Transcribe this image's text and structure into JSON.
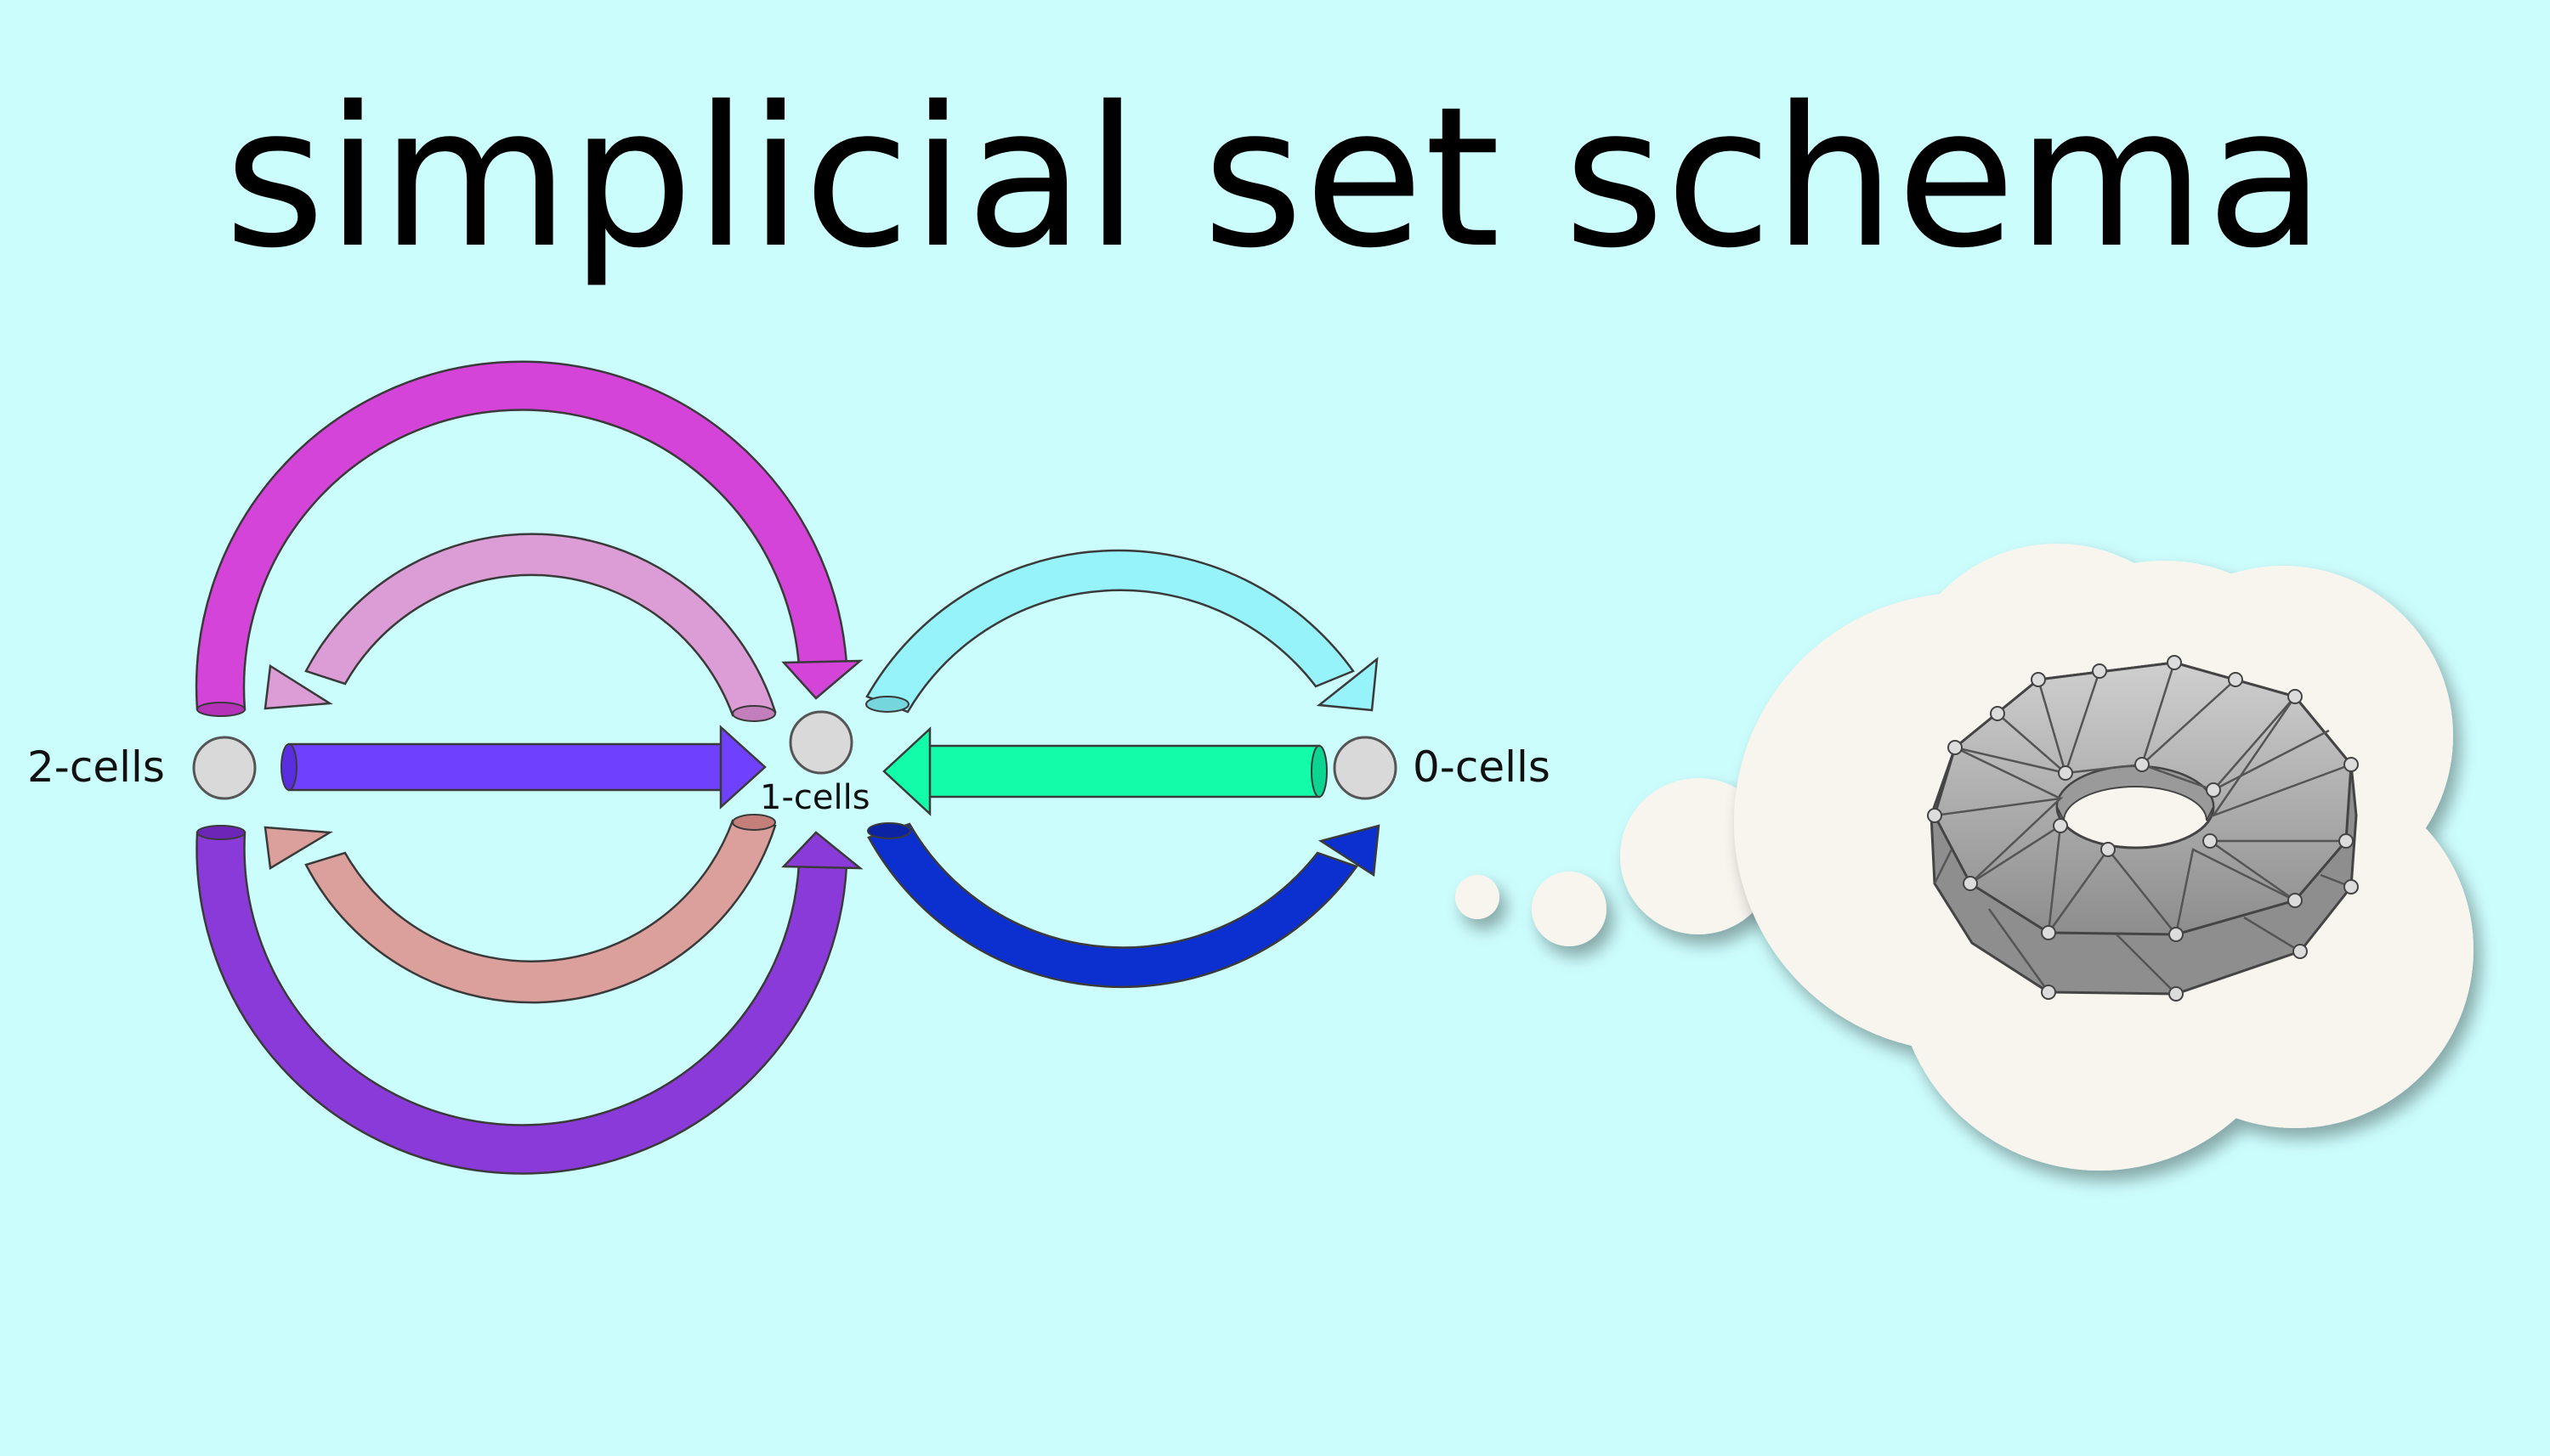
{
  "title": "simplicial set schema",
  "nodes": {
    "two_cells": "2-cells",
    "one_cells": "1-cells",
    "zero_cells": "0-cells"
  },
  "colors": {
    "background": "#ccfdfd",
    "node_fill": "#d9d9d9",
    "arrow_top_outer": "#d444d8",
    "arrow_top_inner": "#dc9cd6",
    "arrow_middle_left": "#7040ff",
    "arrow_bottom_inner": "#dca09c",
    "arrow_bottom_outer": "#8a3ad8",
    "arrow_top_right": "#96f3fa",
    "arrow_middle_right": "#12fcaa",
    "arrow_bottom_right": "#0c2fd0",
    "cloud": "#f8f5ef",
    "torus": "#a9a9a9"
  },
  "thought_cloud": {
    "icon": "torus-mesh-icon"
  }
}
